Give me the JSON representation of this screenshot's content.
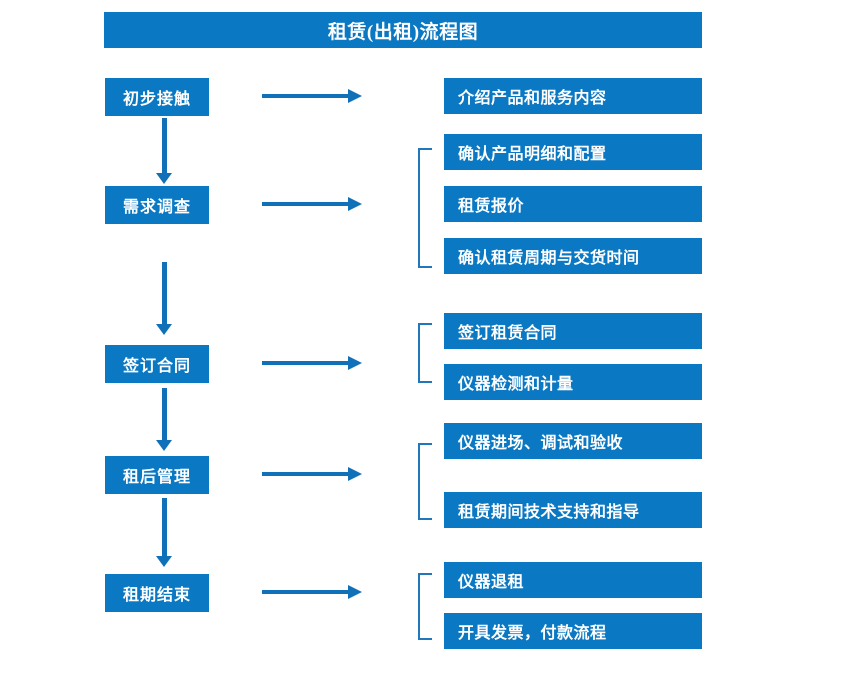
{
  "title": "租赁(出租)流程图",
  "colors": {
    "box_fill": "#0a78c2",
    "box_text": "#ffffff",
    "arrow": "#1070b8",
    "bracket": "#2277bb",
    "background": "#ffffff"
  },
  "stages": [
    {
      "label": "初步接触",
      "details": [
        "介绍产品和服务内容"
      ]
    },
    {
      "label": "需求调查",
      "details": [
        "确认产品明细和配置",
        "租赁报价",
        "确认租赁周期与交货时间"
      ]
    },
    {
      "label": "签订合同",
      "details": [
        "签订租赁合同",
        "仪器检测和计量"
      ]
    },
    {
      "label": "租后管理",
      "details": [
        "仪器进场、调试和验收",
        "租赁期间技术支持和指导"
      ]
    },
    {
      "label": "租期结束",
      "details": [
        "仪器退租",
        "开具发票，付款流程"
      ]
    }
  ]
}
